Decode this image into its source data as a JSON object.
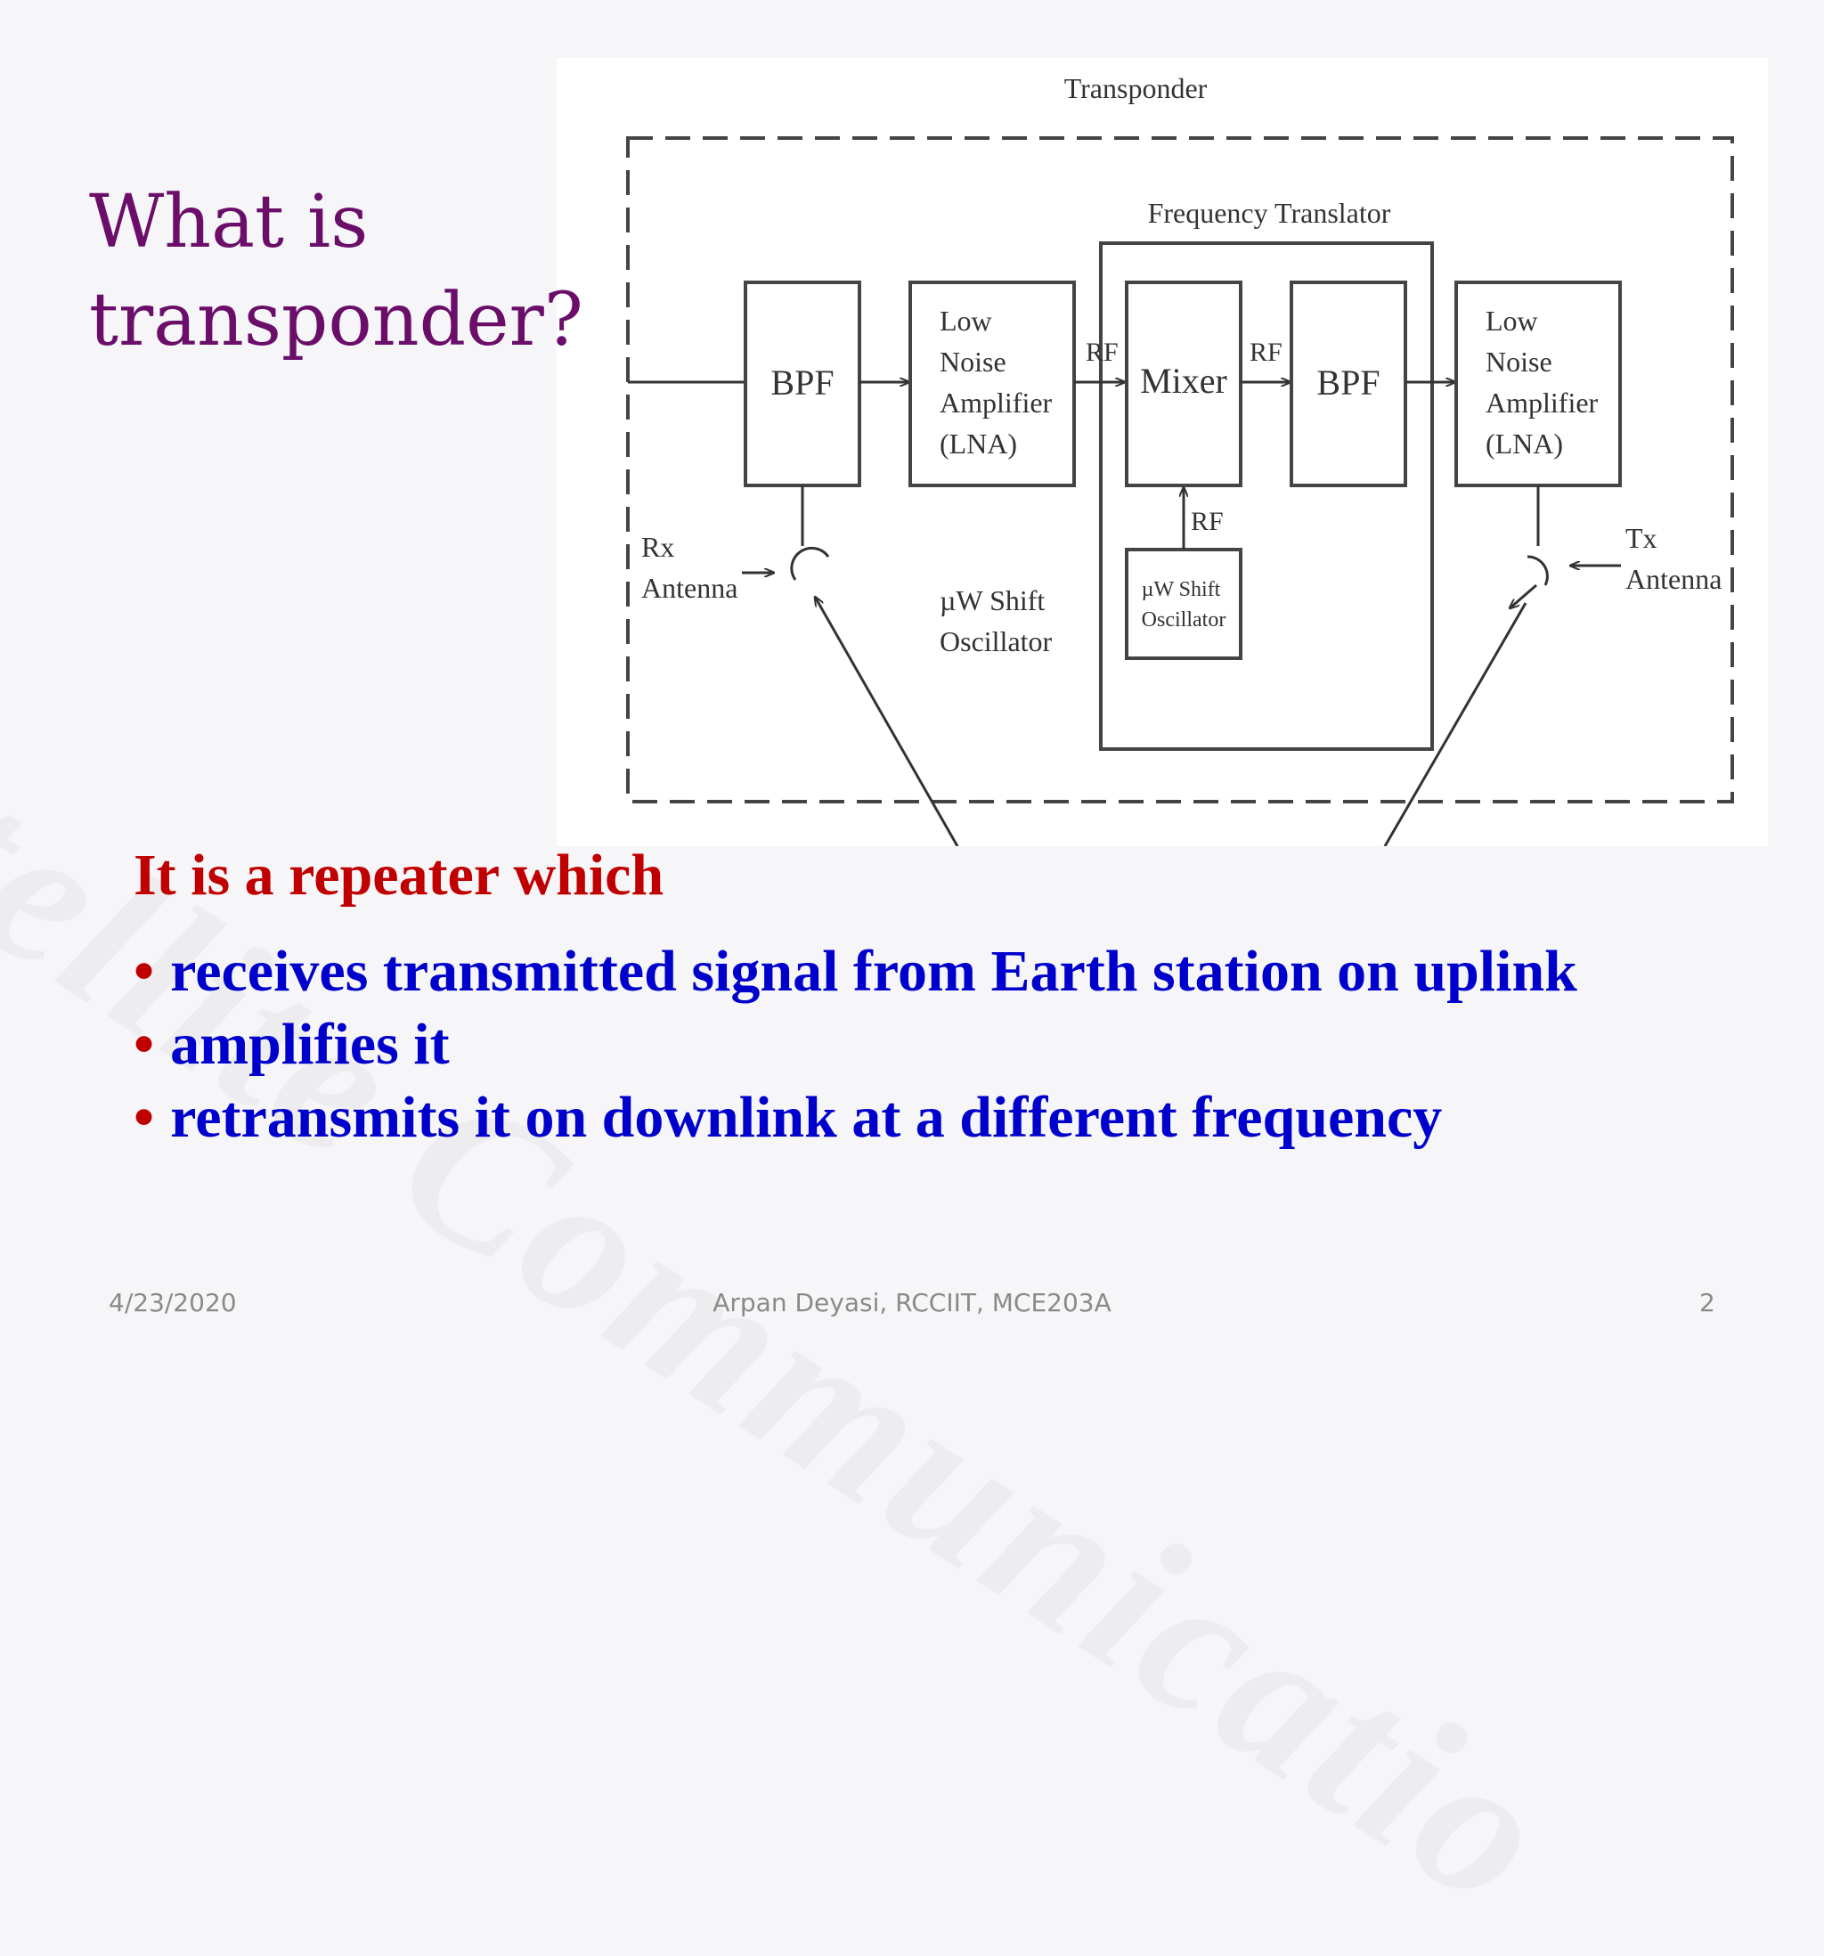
{
  "watermark": "atellite Communicatio",
  "title": "What is transponder?",
  "diagram": {
    "title": "Transponder",
    "freq_translator": "Frequency Translator",
    "bpf1": "BPF",
    "lna1": [
      "Low",
      "Noise",
      "Amplifier",
      "(LNA)"
    ],
    "rf1": "RF",
    "mixer": "Mixer",
    "rf2": "RF",
    "bpf2": "BPF",
    "lna2": [
      "Low",
      "Noise",
      "Amplifier",
      "(LNA)"
    ],
    "rf3": "RF",
    "osc_box": [
      "µW Shift",
      "Oscillator"
    ],
    "osc_label": [
      "µW Shift",
      "Oscillator"
    ],
    "rx_antenna": [
      "Rx",
      "Antenna"
    ],
    "tx_antenna": [
      "Tx",
      "Antenna"
    ]
  },
  "intro": "It is a repeater which",
  "bullets": [
    "receives transmitted signal from Earth station on uplink",
    "amplifies it",
    "retransmits it on downlink at a different frequency"
  ],
  "bullet_symbol": "•",
  "footer": {
    "date": "4/23/2020",
    "author": "Arpan Deyasi, RCCIIT, MCE203A",
    "page": "2"
  }
}
